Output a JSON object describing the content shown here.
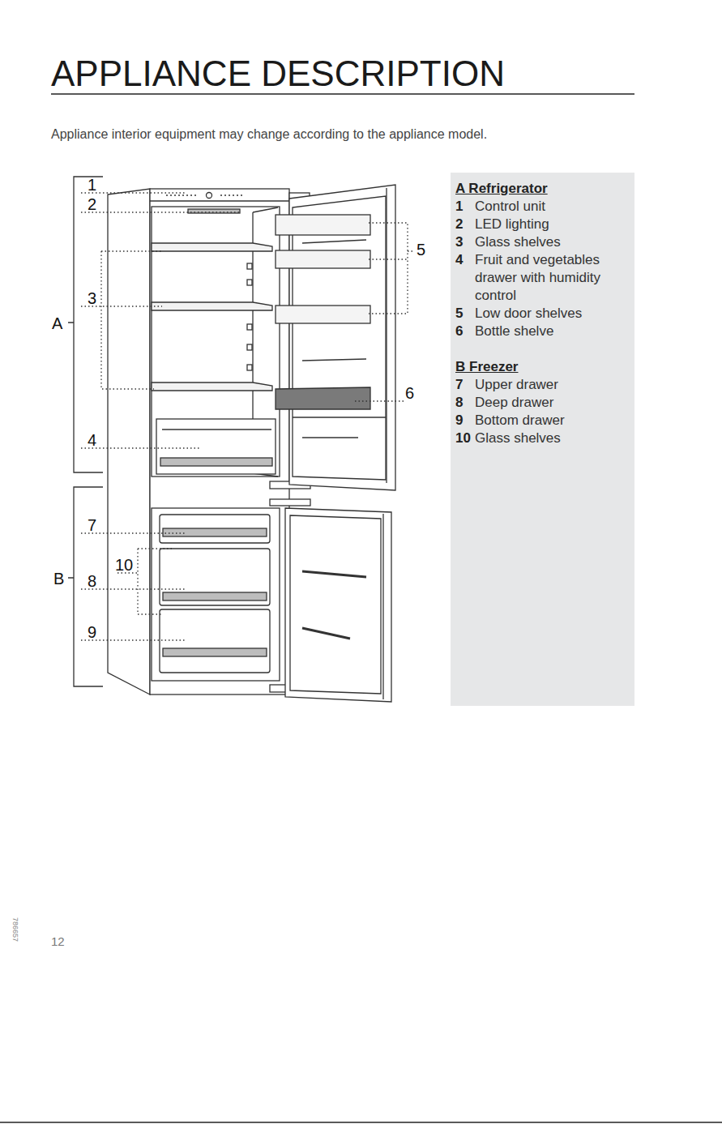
{
  "diagram": {
    "title": "APPLIANCE DESCRIPTION",
    "nodes": [
      {
        "text": [
          "A Refrigerator",
          "1",
          "Control unit",
          "2",
          "LED lighting",
          "3",
          "Glass shelves",
          "4",
          "Fruit and vegetables drawer with humidity control",
          "5",
          "Low door shelves",
          "6",
          "Bottle shelve",
          "B Freezer",
          "7",
          "Upper drawer",
          "8",
          "Deep drawer",
          "9",
          "Bottom drawer",
          "10",
          "Glass shelves"
        ]
      }
    ],
    "labels": [
      "Appliance interior equipment may change according to the appliance model.",
      "1",
      "2",
      "3",
      "A",
      "4",
      "5",
      "6",
      "7",
      "10",
      "B",
      "8",
      "9",
      "786657",
      "12"
    ]
  }
}
